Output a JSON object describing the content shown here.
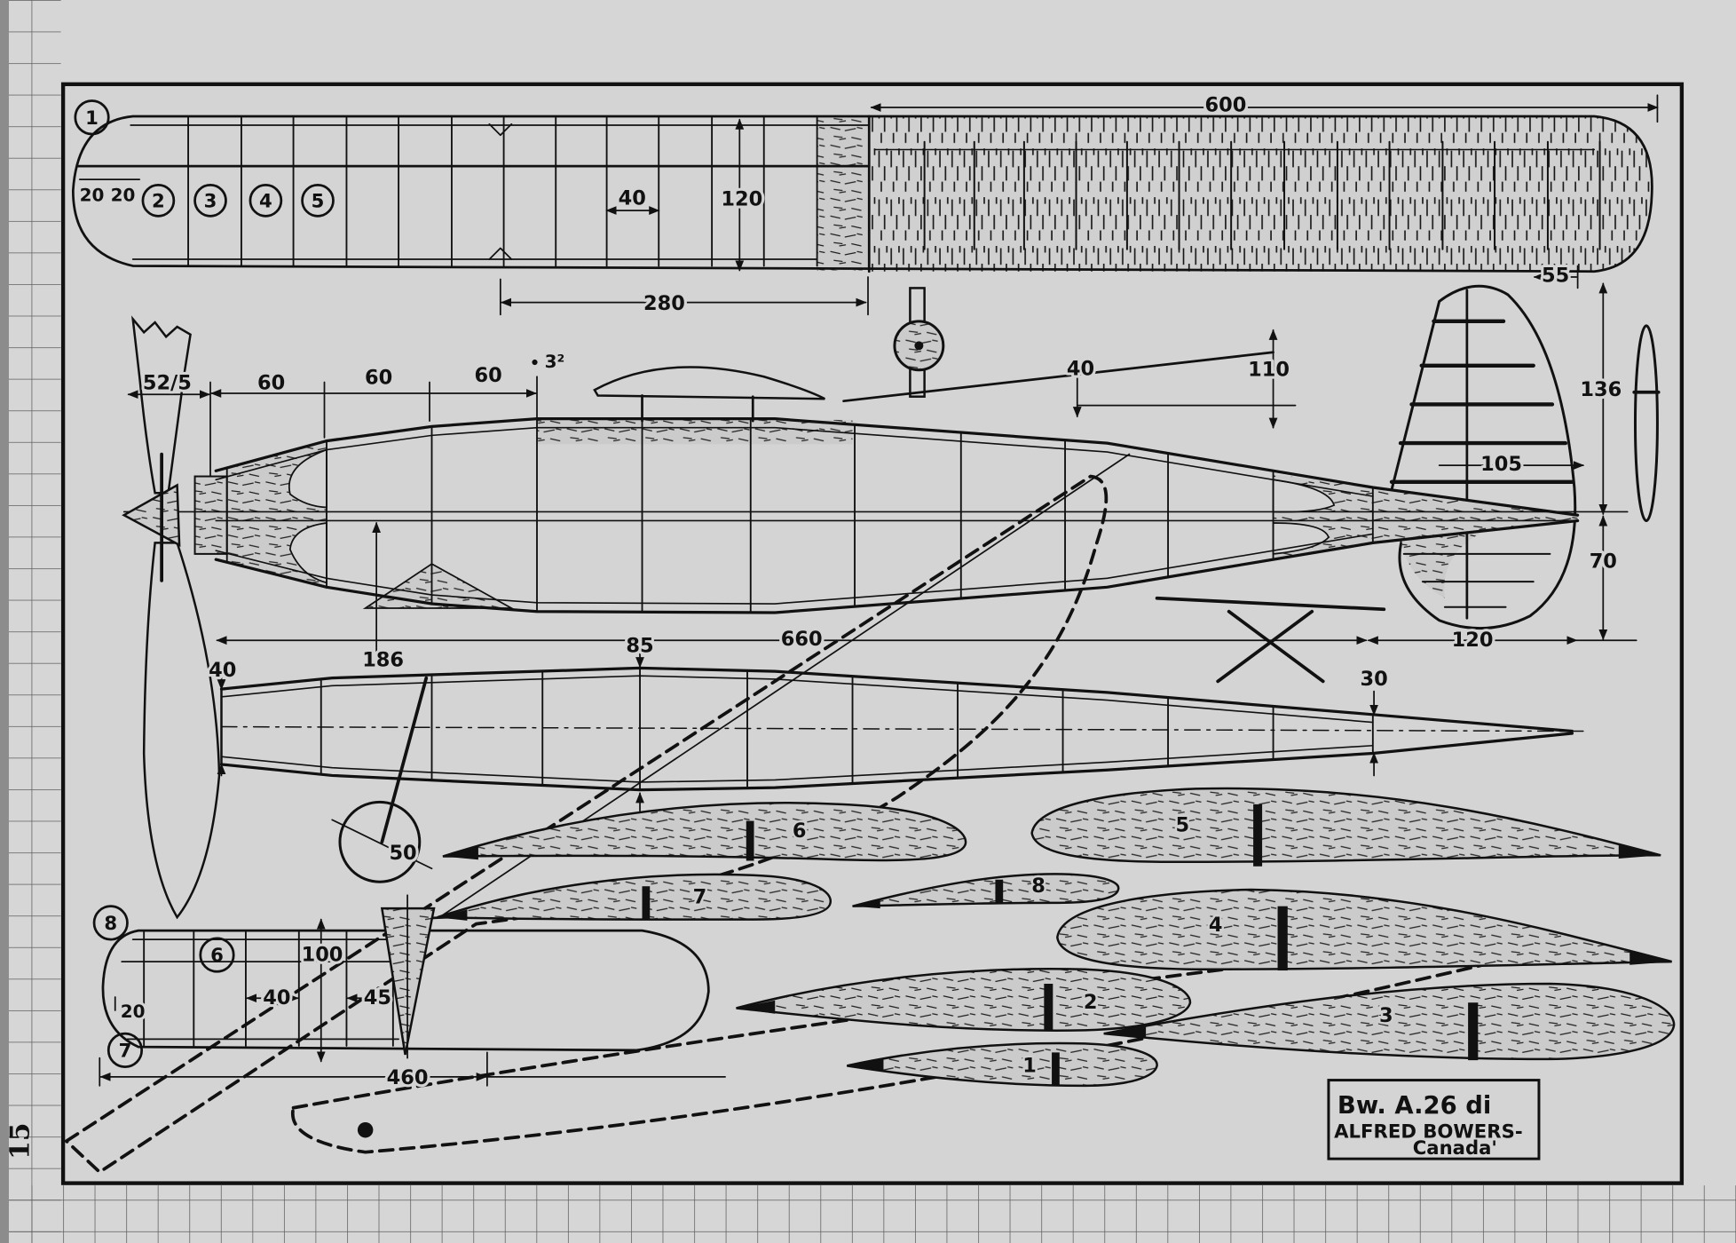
{
  "page_number": "15",
  "wing_plan": {
    "view_marker": "1",
    "span": "600",
    "tip_spacing": [
      "20",
      "20"
    ],
    "rib_markers": [
      "2",
      "3",
      "4",
      "5"
    ],
    "rib_spacing": "40",
    "chord": "120",
    "center_section": "280"
  },
  "fuselage_side": {
    "nose": "52/5",
    "bays": [
      "60",
      "60",
      "60"
    ],
    "offset": "3²"
  },
  "incidence": {
    "rise": "40",
    "height": "110"
  },
  "fin": {
    "top": "55",
    "height": "136",
    "chord": "105",
    "lower": "70",
    "base": "120"
  },
  "fuselage_plan": {
    "length": "660",
    "height": "186",
    "mid": "85",
    "nose": "40",
    "tail": "30"
  },
  "propeller": {
    "size": "50"
  },
  "ribs": [
    "6",
    "5",
    "7",
    "8",
    "4",
    "2",
    "3",
    "1"
  ],
  "stabilizer_plan": {
    "view_markers": [
      "8",
      "6",
      "7"
    ],
    "chord": "100",
    "spacing_1": "40",
    "spacing_2": "45",
    "tip": "20",
    "span": "460"
  },
  "title_block": {
    "model": "Bw. A.26 di",
    "designer": "ALFRED BOWERS-",
    "country": "Canada'"
  }
}
